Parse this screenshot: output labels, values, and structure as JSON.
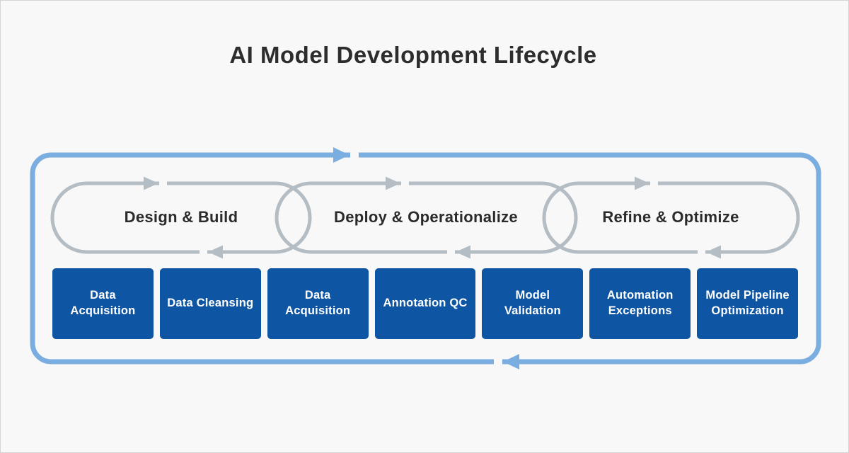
{
  "title": "AI Model Development Lifecycle",
  "phases": [
    {
      "label": "Design & Build"
    },
    {
      "label": "Deploy & Operationalize"
    },
    {
      "label": "Refine & Optimize"
    }
  ],
  "steps": [
    {
      "label": "Data Acquisition"
    },
    {
      "label": "Data Cleansing"
    },
    {
      "label": "Data Acquisition"
    },
    {
      "label": "Annotation QC"
    },
    {
      "label": "Model Validation"
    },
    {
      "label": "Automation Exceptions"
    },
    {
      "label": "Model Pipeline Optimization"
    }
  ],
  "colors": {
    "background": "#F8F8F8",
    "outer_cycle_blue": "#7AADE0",
    "phase_loop_gray": "#B3BDC3",
    "step_box_blue": "#0E56A4",
    "title_text": "#2D2D2D",
    "phase_text": "#2B2B2B",
    "step_text": "#FFFFFF"
  }
}
